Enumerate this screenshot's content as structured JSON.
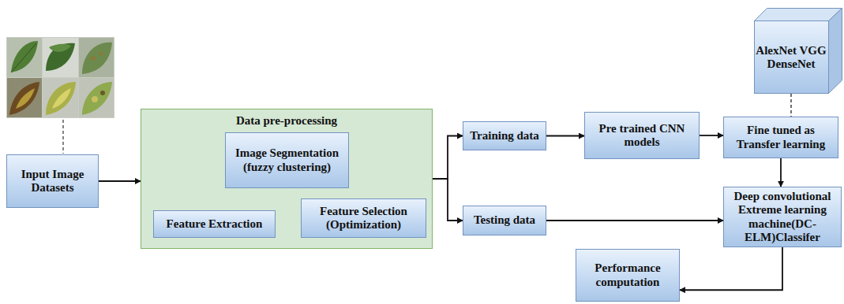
{
  "diagram": {
    "nodes": [
      {
        "text": [
          "Input Image Datasets"
        ]
      },
      {
        "text": [
          "Data pre-processing"
        ]
      },
      {
        "text": [
          "Image Segmentation (fuzzy clustering)"
        ],
        "in": 1
      },
      {
        "text": [
          "Feature Extraction"
        ],
        "in": 1
      },
      {
        "text": [
          "Feature Selection (Optimization)"
        ],
        "in": 1
      },
      {
        "text": [
          "Training data"
        ]
      },
      {
        "text": [
          "Testing data"
        ]
      },
      {
        "text": [
          "Pre trained CNN models"
        ]
      },
      {
        "text": [
          "AlexNet VGG DenseNet"
        ]
      },
      {
        "text": [
          "Fine tuned as Transfer learning"
        ]
      },
      {
        "text": [
          "Deep convolutional Extreme learning machine(DC-ELM)Classifer"
        ]
      },
      {
        "text": [
          "Performance computation"
        ]
      }
    ],
    "edges": [
      {
        "from": 0,
        "to": 1,
        "arrow": "to"
      },
      {
        "from": 1,
        "to": 5,
        "arrow": "to"
      },
      {
        "from": 1,
        "to": 6,
        "arrow": "to"
      },
      {
        "from": 5,
        "to": 7,
        "arrow": "to"
      },
      {
        "from": 7,
        "to": 9,
        "arrow": "to"
      },
      {
        "from": 9,
        "to": 10,
        "arrow": "to"
      },
      {
        "from": 6,
        "to": 10,
        "arrow": "to"
      },
      {
        "from": 10,
        "to": 11,
        "arrow": "to"
      },
      {
        "from": 8,
        "to": 9,
        "arrow": "none"
      }
    ]
  }
}
